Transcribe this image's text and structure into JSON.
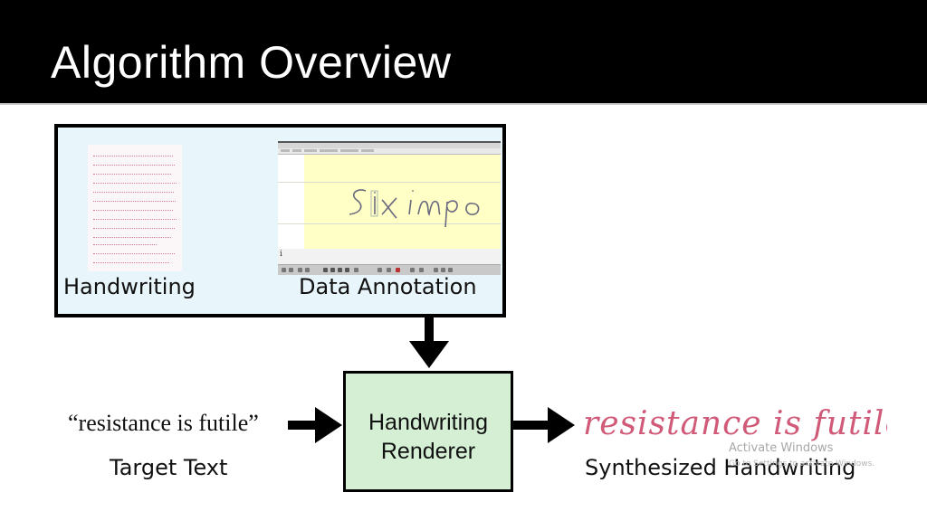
{
  "slide": {
    "title": "Algorithm Overview"
  },
  "inputs_panel": {
    "handwriting_label": "Handwriting",
    "annotation_label": "Data Annotation",
    "annotation_sample_ink": "Six impo",
    "annotation_info_glyph": "i",
    "handwriting_ink_color": "#c4506a",
    "panel_bg_color": "#e8f5fa",
    "annotation_canvas_color": "#ffffc6"
  },
  "renderer": {
    "line1": "Handwriting",
    "line2": "Renderer",
    "bg_color": "#d4efd4"
  },
  "target": {
    "quote": "“resistance is futile”",
    "label": "Target Text"
  },
  "output": {
    "handwritten_text": "resistance is futile",
    "label": "Synthesized Handwriting",
    "ink_color": "#d05a78"
  },
  "watermark": {
    "line1": "Activate Windows",
    "line2": "Go to Settings to activate Windows."
  }
}
